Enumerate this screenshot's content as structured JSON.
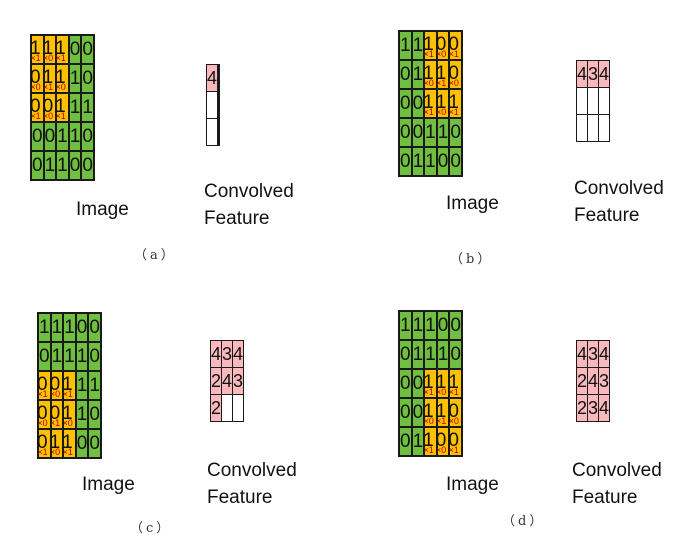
{
  "colors": {
    "green": "#70bf40",
    "orange": "#ffc000",
    "pink": "#f9b9bd",
    "kernel": "#c00000"
  },
  "labels": {
    "image": "Image",
    "convolved_line1": "Convolved",
    "convolved_line2": "Feature"
  },
  "image_matrix": [
    [
      1,
      1,
      1,
      0,
      0
    ],
    [
      0,
      1,
      1,
      1,
      0
    ],
    [
      0,
      0,
      1,
      1,
      1
    ],
    [
      0,
      0,
      1,
      1,
      0
    ],
    [
      0,
      1,
      1,
      0,
      0
    ]
  ],
  "kernel": [
    [
      "×1",
      "×0",
      "×1"
    ],
    [
      "×0",
      "×1",
      "×0"
    ],
    [
      "×1",
      "×0",
      "×1"
    ]
  ],
  "panels": [
    {
      "id": "a",
      "caption": "（a）",
      "window": {
        "row": 0,
        "col": 0
      },
      "feature": [
        [
          "4",
          "",
          ""
        ],
        [
          "",
          "",
          ""
        ],
        [
          "",
          "",
          ""
        ]
      ]
    },
    {
      "id": "b",
      "caption": "（b）",
      "window": {
        "row": 0,
        "col": 2
      },
      "feature": [
        [
          "4",
          "3",
          "4"
        ],
        [
          "",
          "",
          ""
        ],
        [
          "",
          "",
          ""
        ]
      ]
    },
    {
      "id": "c",
      "caption": "（c）",
      "window": {
        "row": 2,
        "col": 0
      },
      "feature": [
        [
          "4",
          "3",
          "4"
        ],
        [
          "2",
          "4",
          "3"
        ],
        [
          "2",
          "",
          ""
        ]
      ]
    },
    {
      "id": "d",
      "caption": "（d）",
      "window": {
        "row": 2,
        "col": 2
      },
      "feature": [
        [
          "4",
          "3",
          "4"
        ],
        [
          "2",
          "4",
          "3"
        ],
        [
          "2",
          "3",
          "4"
        ]
      ]
    }
  ]
}
